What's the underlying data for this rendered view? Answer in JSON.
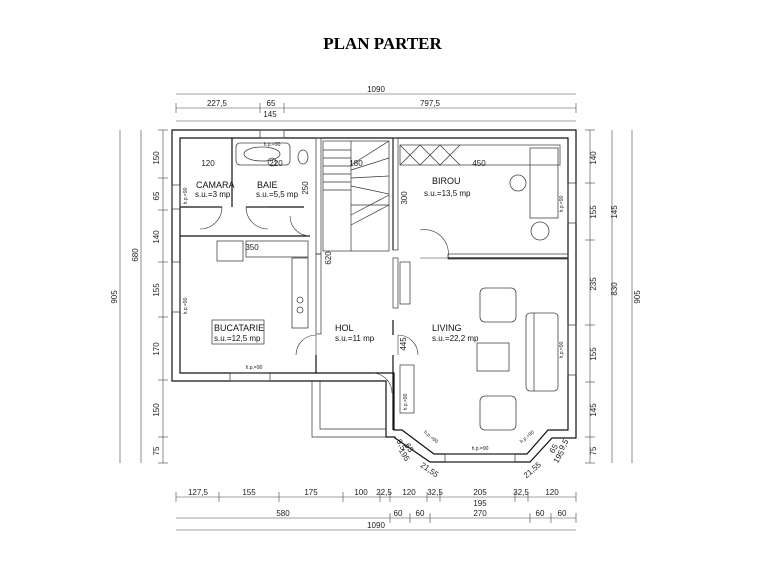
{
  "title": "PLAN PARTER",
  "rooms": {
    "camara": {
      "name": "CAMARA",
      "area": "s.u.=3 mp"
    },
    "baie": {
      "name": "BAIE",
      "area": "s.u.=5,5 mp"
    },
    "birou": {
      "name": "BIROU",
      "area": "s.u.=13,5 mp"
    },
    "bucatarie": {
      "name": "BUCATARIE",
      "area": "s.u.=12,5 mp"
    },
    "hol": {
      "name": "HOL",
      "area": "s.u.=11 mp"
    },
    "living": {
      "name": "LIVING",
      "area": "s.u.=22,2 mp"
    }
  },
  "top_dims": {
    "total": "1090",
    "a": "227,5",
    "b": "65",
    "c": "797,5",
    "sub": "145"
  },
  "bottom_dims": {
    "row1": [
      "127,5",
      "155",
      "175",
      "100",
      "22,5",
      "120",
      "32,5",
      "205",
      "32,5",
      "120"
    ],
    "row1_sub": "195",
    "row2": [
      "580",
      "60",
      "60",
      "270",
      "60",
      "60"
    ],
    "total": "1090"
  },
  "left_dims": {
    "inner": [
      "150",
      "65",
      "140",
      "155",
      "170",
      "150",
      "75"
    ],
    "middle": "680",
    "outer": "905"
  },
  "right_dims": {
    "inner": [
      "140",
      "155",
      "235",
      "155",
      "145",
      "75"
    ],
    "middle_a": "145",
    "middle_b": "830",
    "outer": "905"
  },
  "interior_dims": {
    "camara_w": "120",
    "baie_w": "220",
    "baie_h": "250",
    "stair": "180",
    "birou_w": "450",
    "birou_h": "300",
    "bucatarie_w": "350",
    "hol_h": "620",
    "hol_w": "445",
    "bay_a": "9,5",
    "bay_b": "65",
    "bay_c": "195",
    "bay_d": "21,55",
    "bay_e": "21,55",
    "bay_f": "65",
    "bay_g": "9,5",
    "bay_h": "195"
  },
  "window_tag": "h.p.=90"
}
